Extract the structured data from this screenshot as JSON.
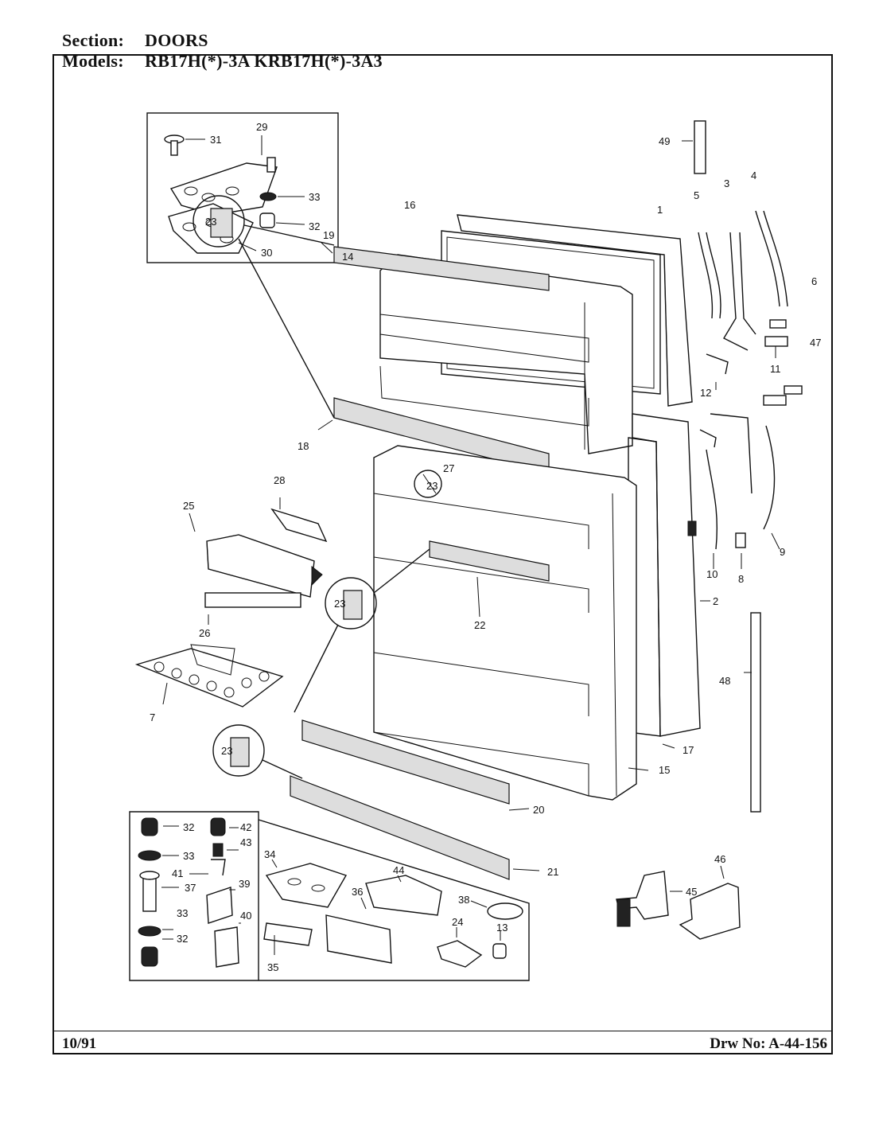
{
  "header": {
    "section_label": "Section:",
    "section_value": "DOORS",
    "models_label": "Models:",
    "models_value": "RB17H(*)-3A   KRB17H(*)-3A3"
  },
  "footer": {
    "date": "10/91",
    "drawing_number": "Drw No: A-44-156"
  },
  "callouts": [
    "1",
    "2",
    "3",
    "4",
    "5",
    "6",
    "7",
    "8",
    "9",
    "10",
    "11",
    "12",
    "13",
    "15",
    "14",
    "16",
    "17",
    "18",
    "19",
    "20",
    "21",
    "22",
    "23",
    "23",
    "23",
    "23",
    "24",
    "25",
    "26",
    "27",
    "28",
    "29",
    "30",
    "31",
    "32",
    "32",
    "32",
    "33",
    "33",
    "33",
    "34",
    "35",
    "36",
    "37",
    "38",
    "39",
    "40",
    "41",
    "42",
    "43",
    "44",
    "45",
    "46",
    "47",
    "48",
    "49"
  ]
}
